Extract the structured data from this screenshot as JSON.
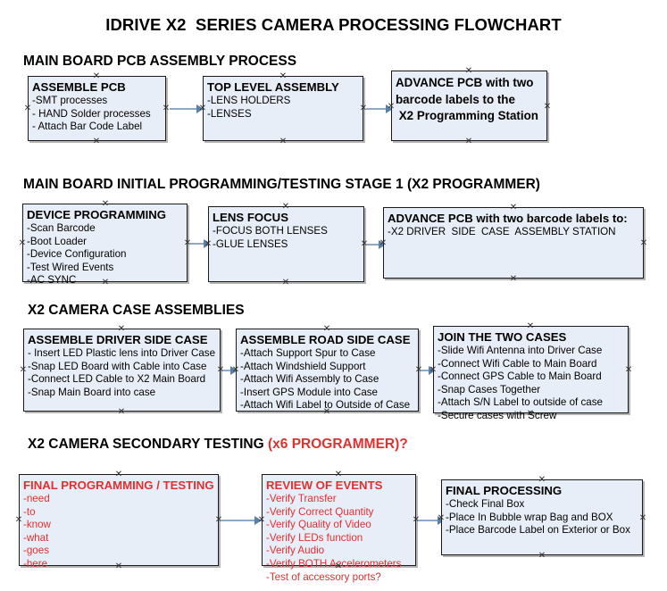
{
  "document": {
    "title": "IDRIVE X2  SERIES CAMERA PROCESSING FLOWCHART",
    "accent_color": "#e03030",
    "box_fill": "#e8eef7",
    "box_border": "#1a1a1a",
    "connector_color": "#8ea9c8"
  },
  "sections": [
    {
      "id": "main-board-pcb-assembly",
      "title": "MAIN BOARD PCB ASSEMBLY PROCESS",
      "title_accent": "",
      "boxes": [
        {
          "id": "assemble-pcb",
          "header": "ASSEMBLE PCB",
          "lines": [
            "-SMT processes",
            "- HAND Solder processes",
            "- Attach Bar Code Label"
          ]
        },
        {
          "id": "top-level-assembly",
          "header": "TOP LEVEL ASSEMBLY",
          "lines": [
            "-LENS HOLDERS",
            "-LENSES"
          ]
        },
        {
          "id": "advance-pcb-programming-station",
          "header": "ADVANCE PCB with two\nbarcode labels to the\n X2 Programming Station",
          "lines": []
        }
      ]
    },
    {
      "id": "main-board-initial-programming",
      "title": "MAIN BOARD INITIAL PROGRAMMING/TESTING STAGE 1 (X2 PROGRAMMER)",
      "title_accent": "",
      "boxes": [
        {
          "id": "device-programming",
          "header": "DEVICE PROGRAMMING",
          "lines": [
            "-Scan Barcode",
            "-Boot Loader",
            "-Device Configuration",
            "-Test Wired Events",
            "-AC SYNC"
          ]
        },
        {
          "id": "lens-focus",
          "header": "LENS FOCUS",
          "lines": [
            "-FOCUS BOTH LENSES",
            "-GLUE LENSES"
          ]
        },
        {
          "id": "advance-pcb-driver-side-case",
          "header": "ADVANCE PCB with two barcode labels to:",
          "lines": [
            "-X2 DRIVER  SIDE  CASE  ASSEMBLY STATION"
          ]
        }
      ]
    },
    {
      "id": "x2-camera-case-assemblies",
      "title": "X2 CAMERA CASE ASSEMBLIES",
      "title_accent": "",
      "boxes": [
        {
          "id": "assemble-driver-side-case",
          "header": "ASSEMBLE DRIVER SIDE CASE",
          "lines": [
            "- Insert LED Plastic lens into Driver Case",
            "-Snap LED Board with Cable into Case",
            "-Connect LED Cable to X2 Main Board",
            "-Snap Main Board into case"
          ]
        },
        {
          "id": "assemble-road-side-case",
          "header": "ASSEMBLE ROAD SIDE CASE",
          "lines": [
            "-Attach Support Spur to Case",
            "-Attach Windshield Support",
            "-Attach Wifi Assembly to Case",
            "-Insert GPS Module into Case",
            "-Attach Wifi Label to Outside of Case"
          ]
        },
        {
          "id": "join-the-two-cases",
          "header": "JOIN THE TWO CASES",
          "lines": [
            "-Slide Wifi Antenna into Driver Case",
            "-Connect Wifi Cable to Main Board",
            "-Connect GPS Cable to Main Board",
            "-Snap Cases Together",
            "-Attach S/N Label to outside of case",
            "-Secure cases with Screw"
          ]
        }
      ]
    },
    {
      "id": "x2-camera-secondary-testing",
      "title": "X2 CAMERA SECONDARY TESTING ",
      "title_accent": "(x6 PROGRAMMER)?",
      "boxes": [
        {
          "id": "final-programming-testing",
          "header": "FINAL PROGRAMMING / TESTING",
          "lines": [
            "-need",
            "-to",
            "-know",
            "-what",
            "-goes",
            "-here"
          ]
        },
        {
          "id": "review-of-events",
          "header": "REVIEW OF EVENTS",
          "lines": [
            "-Verify Transfer",
            "-Verify Correct Quantity",
            "-Verify Quality of Video",
            "-Verify LEDs function",
            "-Verify Audio",
            "-Verify BOTH Accelerometers",
            "-Test of accessory ports?"
          ]
        },
        {
          "id": "final-processing",
          "header": "FINAL PROCESSING",
          "lines": [
            "-Check Final Box",
            "-Place In Bubble wrap Bag and BOX",
            "-Place Barcode Label on Exterior or Box"
          ]
        }
      ]
    }
  ]
}
